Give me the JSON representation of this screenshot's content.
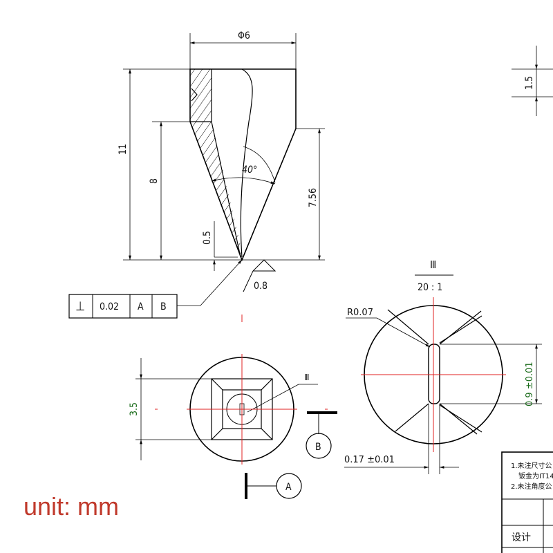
{
  "drawing": {
    "dims": {
      "diameter": "Φ6",
      "height_total": "11",
      "height_cone": "8",
      "height_right": "7.56",
      "tip_offset": "0.5",
      "angle": "40°",
      "roughness": "0.8",
      "right_edge": "1.5",
      "square_width": "3.5",
      "slot_height": "0.9 ±0.01",
      "slot_width": "0.17 ±0.01",
      "radius": "R0.07"
    },
    "tolerance_frame": {
      "symbol": "⊥",
      "value": "0.02",
      "datum1": "A",
      "datum2": "B"
    },
    "datums": {
      "a": "A",
      "b": "B"
    },
    "detail": {
      "mark_top": "Ⅲ",
      "mark_view": "Ⅲ",
      "scale": "20 : 1"
    },
    "title_block": {
      "note_line1": "1.未注尺寸公",
      "note_line2": "钣金为IT14",
      "note_line3": "2.未注角度公",
      "designer_label": "设计"
    },
    "caption": "unit: mm"
  }
}
